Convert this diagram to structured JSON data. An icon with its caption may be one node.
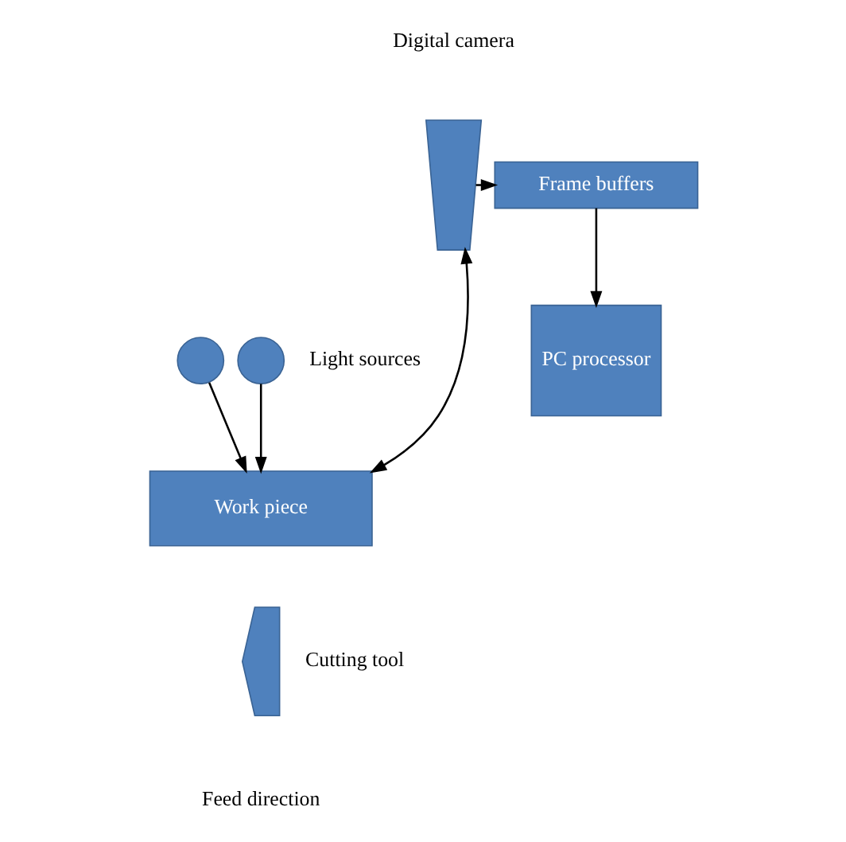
{
  "diagram": {
    "nodes": [
      {
        "text": [],
        "shape": "camera",
        "beside": [
          "Digital camera"
        ]
      },
      {
        "text": [
          "Frame buffers"
        ]
      },
      {
        "text": [
          "PC processor"
        ]
      },
      {
        "text": [],
        "shape": "circle"
      },
      {
        "text": [],
        "shape": "circle"
      },
      {
        "text": [
          "Work piece"
        ]
      },
      {
        "text": [],
        "shape": "blade",
        "beside": [
          "Cutting tool"
        ]
      }
    ],
    "edges": [
      {
        "from": 0,
        "to": 1,
        "arrow": "to"
      },
      {
        "from": 1,
        "to": 2,
        "arrow": "to"
      },
      {
        "from": 3,
        "to": 5,
        "arrow": "to"
      },
      {
        "from": 0,
        "to": 5,
        "arrow": "both"
      },
      {
        "from": 4,
        "to": 5,
        "arrow": "to"
      }
    ],
    "labels": [
      "Light sources",
      "Feed direction"
    ]
  }
}
